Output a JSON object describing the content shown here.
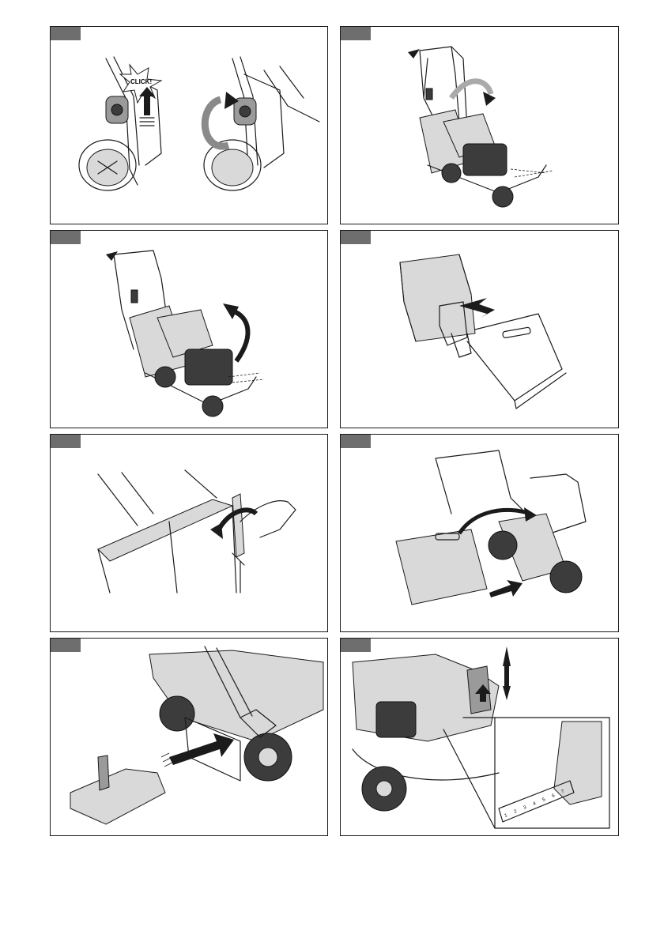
{
  "colors": {
    "tab": "#6e6e6e",
    "line": "#1b1b1b",
    "fill_light": "#d9d9d9",
    "fill_dark": "#3c3c3c"
  },
  "panels": [
    {
      "name": "step-1",
      "click_label": "CLICK!"
    },
    {
      "name": "step-2"
    },
    {
      "name": "step-3"
    },
    {
      "name": "step-4"
    },
    {
      "name": "step-5"
    },
    {
      "name": "step-6"
    },
    {
      "name": "step-7"
    },
    {
      "name": "step-8",
      "scale_marks": [
        "1",
        "2",
        "3",
        "4",
        "5",
        "6",
        "7"
      ]
    }
  ]
}
